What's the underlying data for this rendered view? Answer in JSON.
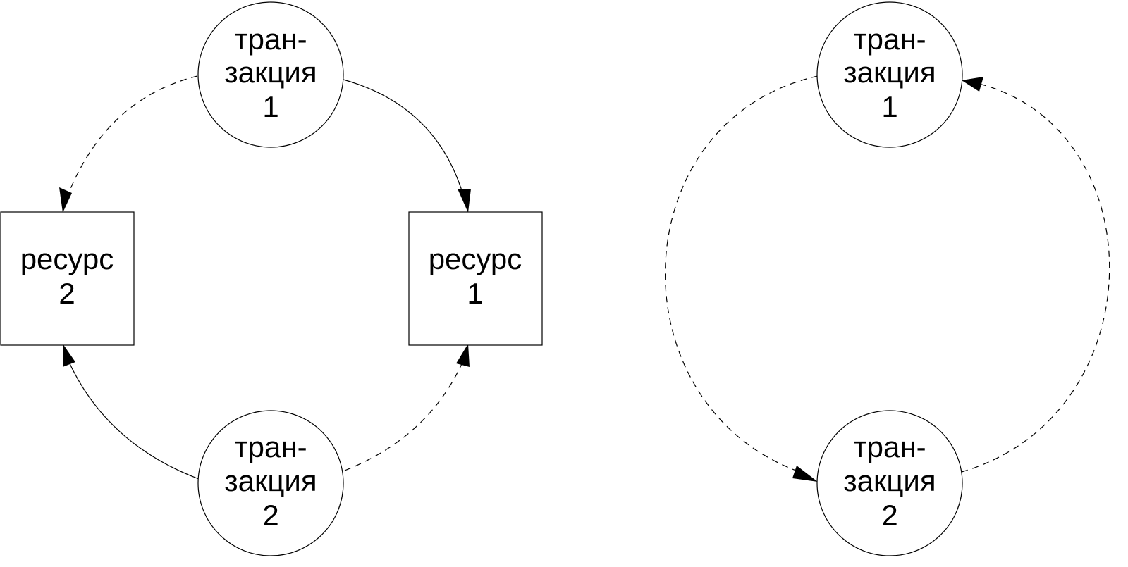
{
  "colors": {
    "stroke": "#000000",
    "background": "#ffffff"
  },
  "left_diagram": {
    "transaction_1": {
      "lines": [
        "тран-",
        "закция",
        "1"
      ]
    },
    "transaction_2": {
      "lines": [
        "тран-",
        "закция",
        "2"
      ]
    },
    "resource_2": {
      "lines": [
        "ресурс",
        "2"
      ]
    },
    "resource_1": {
      "lines": [
        "ресурс",
        "1"
      ]
    }
  },
  "right_diagram": {
    "transaction_1": {
      "lines": [
        "тран-",
        "закция",
        "1"
      ]
    },
    "transaction_2": {
      "lines": [
        "тран-",
        "закция",
        "2"
      ]
    }
  }
}
